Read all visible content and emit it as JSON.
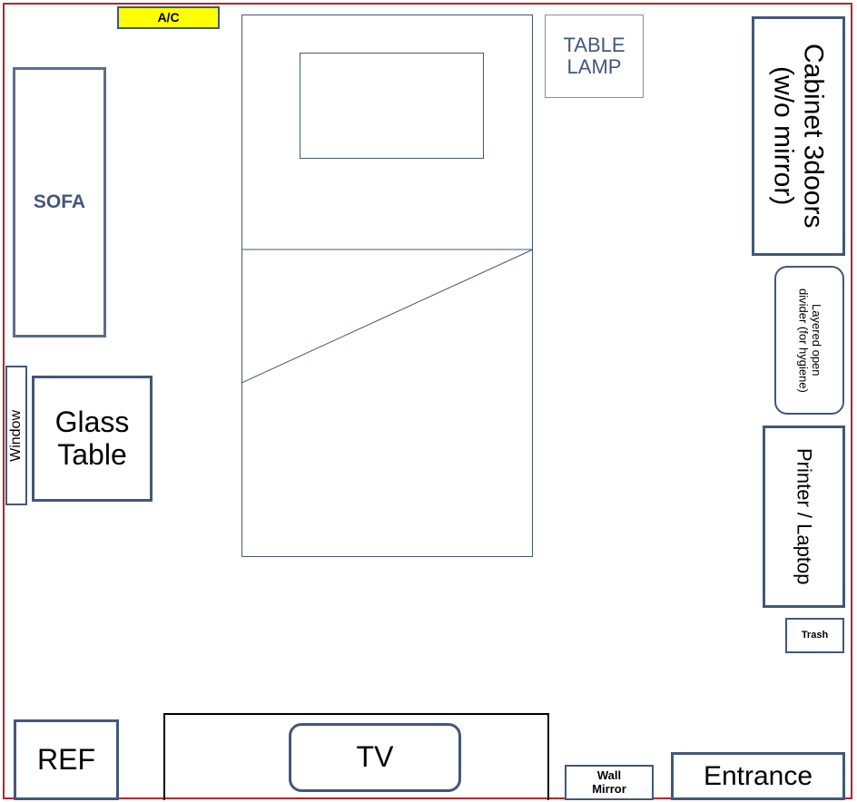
{
  "colors": {
    "room_border": "#b8232a",
    "furniture_border": "#41587a",
    "ac_fill": "#ffff00",
    "blue_text": "#41587a"
  },
  "labels": {
    "ac": "A/C",
    "table_lamp_line1": "TABLE",
    "table_lamp_line2": "LAMP",
    "cabinet_line1": "Cabinet 3doors",
    "cabinet_line2": "(w/o mirror)",
    "sofa": "SOFA",
    "divider_line1": "Layered open",
    "divider_line2": "divider (for hygiene)",
    "window": "Window",
    "glass_table_line1": "Glass",
    "glass_table_line2": "Table",
    "printer": "Printer / Laptop",
    "trash": "Trash",
    "ref": "REF",
    "tv": "TV",
    "wall_mirror_line1": "Wall",
    "wall_mirror_line2": "Mirror",
    "entrance": "Entrance"
  }
}
